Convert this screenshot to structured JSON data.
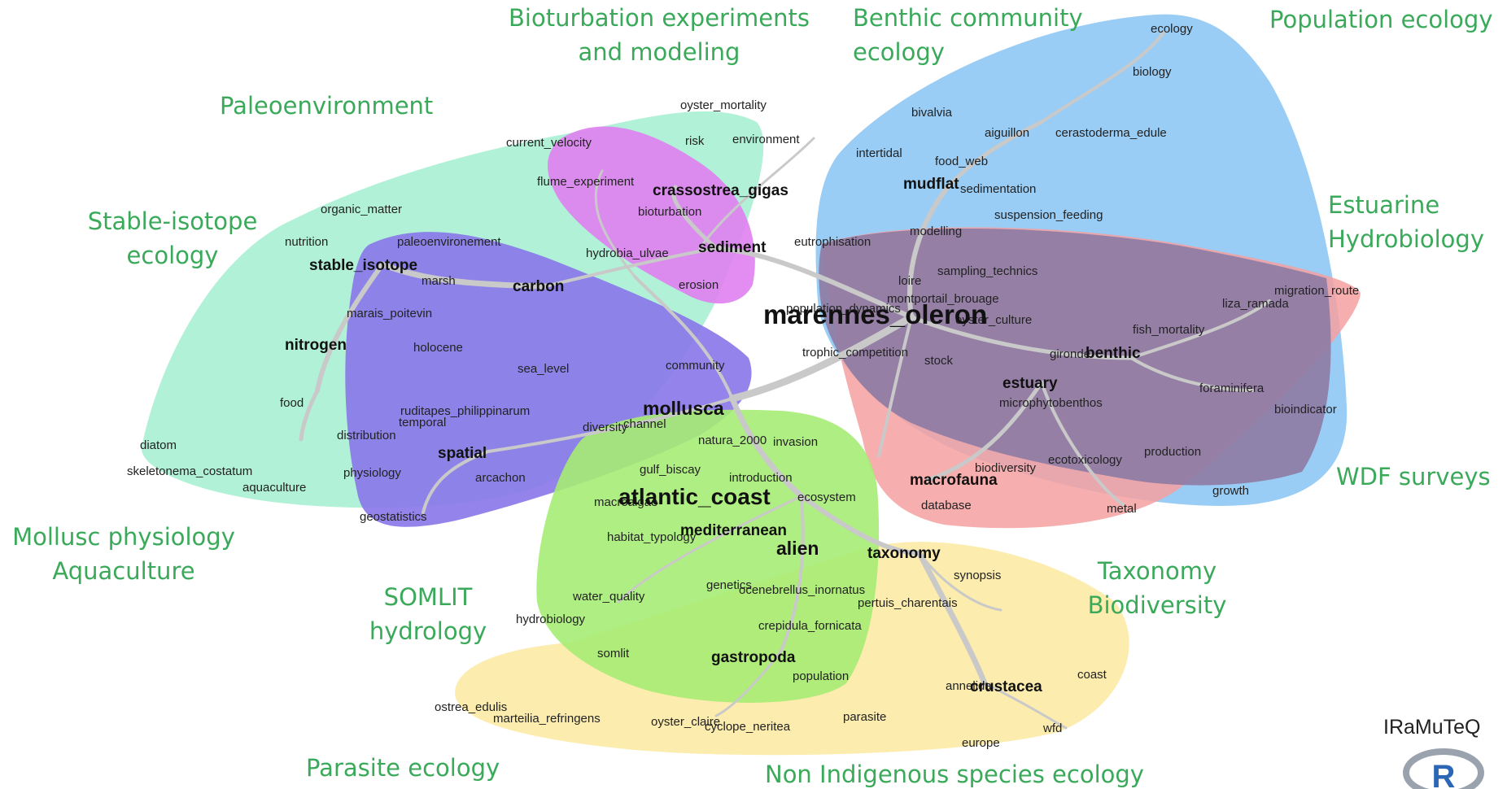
{
  "themes": {
    "bioturbation": "Bioturbation experiments\nand modeling",
    "benthic": "Benthic community\necology",
    "population": "Population ecology",
    "paleo": "Paleoenvironment",
    "stable_isotope": "Stable-isotope\necology",
    "estuarine": "Estuarine\nHydrobiology",
    "wdf": "WDF surveys",
    "mollusc": "Mollusc physiology\nAquaculture",
    "somlit": "SOMLIT\nhydrology",
    "taxonomy": "Taxonomy\nBiodiversity",
    "parasite": "Parasite ecology",
    "nis": "Non Indigenous species ecology"
  },
  "clusters": {
    "mint": "#a8f0d4",
    "purple": "#e07ff0",
    "blue": "#8ec8f4",
    "red": "#f4a0a0",
    "violet": "#8a78e8",
    "green": "#a6ec74",
    "yellow": "#fbe9a0",
    "muddy": "#8e7ca4"
  },
  "terms": {
    "ecology": "ecology",
    "biology": "biology",
    "bivalvia": "bivalvia",
    "aiguillon": "aiguillon",
    "cerastoderma_edule": "cerastoderma_edule",
    "intertidal": "intertidal",
    "food_web": "food_web",
    "mudflat": "mudflat",
    "sedimentation": "sedimentation",
    "suspension_feeding": "suspension_feeding",
    "modelling": "modelling",
    "eutrophisation": "eutrophisation",
    "sampling_technics": "sampling_technics",
    "loire": "loire",
    "montportail_brouage": "montportail_brouage",
    "population_dynamics": "population_dynamics",
    "oyster_culture": "oyster_culture",
    "marennes_oleron": "marennes_oleron",
    "migration_route": "migration_route",
    "liza_ramada": "liza_ramada",
    "fish_mortality": "fish_mortality",
    "gironde": "gironde",
    "benthic": "benthic",
    "trophic_competition": "trophic_competition",
    "stock": "stock",
    "estuary": "estuary",
    "microphytobenthos": "microphytobenthos",
    "foraminifera": "foraminifera",
    "bioindicator": "bioindicator",
    "ecotoxicology": "ecotoxicology",
    "production": "production",
    "biodiversity": "biodiversity",
    "macrofauna": "macrofauna",
    "database": "database",
    "metal": "metal",
    "growth": "growth",
    "oyster_mortality": "oyster_mortality",
    "risk": "risk",
    "environment": "environment",
    "current_velocity": "current_velocity",
    "flume_experiment": "flume_experiment",
    "crassostrea_gigas": "crassostrea_gigas",
    "bioturbation": "bioturbation",
    "sediment": "sediment",
    "hydrobia_ulvae": "hydrobia_ulvae",
    "erosion": "erosion",
    "organic_matter": "organic_matter",
    "nutrition": "nutrition",
    "paleoenvironement": "paleoenvironement",
    "stable_isotope": "stable_isotope",
    "marsh": "marsh",
    "carbon": "carbon",
    "marais_poitevin": "marais_poitevin",
    "nitrogen": "nitrogen",
    "holocene": "holocene",
    "sea_level": "sea_level",
    "community": "community",
    "food": "food",
    "ruditapes_philippinarum": "ruditapes_philippinarum",
    "temporal": "temporal",
    "mollusca": "mollusca",
    "diversity": "diversity",
    "channel": "channel",
    "distribution": "distribution",
    "spatial": "spatial",
    "diatom": "diatom",
    "skeletonema_costatum": "skeletonema_costatum",
    "physiology": "physiology",
    "aquaculture": "aquaculture",
    "arcachon": "arcachon",
    "geostatistics": "geostatistics",
    "natura_2000": "natura_2000",
    "invasion": "invasion",
    "gulf_biscay": "gulf_biscay",
    "introduction": "introduction",
    "macroalgae": "macroalgae",
    "atlantic_coast": "atlantic_coast",
    "ecosystem": "ecosystem",
    "mediterranean": "mediterranean",
    "habitat_typology": "habitat_typology",
    "alien": "alien",
    "taxonomy": "taxonomy",
    "synopsis": "synopsis",
    "genetics": "genetics",
    "ocenebrellus_inornatus": "ocenebrellus_inornatus",
    "water_quality": "water_quality",
    "pertuis_charentais": "pertuis_charentais",
    "hydrobiology": "hydrobiology",
    "crepidula_fornicata": "crepidula_fornicata",
    "somlit": "somlit",
    "gastropoda": "gastropoda",
    "population": "population",
    "annelida": "annelida",
    "crustacea": "crustacea",
    "coast": "coast",
    "ostrea_edulis": "ostrea_edulis",
    "marteilia_refringens": "marteilia_refringens",
    "oyster_claire": "oyster_claire",
    "cyclope_neritea": "cyclope_neritea",
    "parasite": "parasite",
    "wfd": "wfd",
    "europe": "europe"
  },
  "credit": {
    "software": "IRaMuTeQ",
    "logo_letter": "R"
  }
}
